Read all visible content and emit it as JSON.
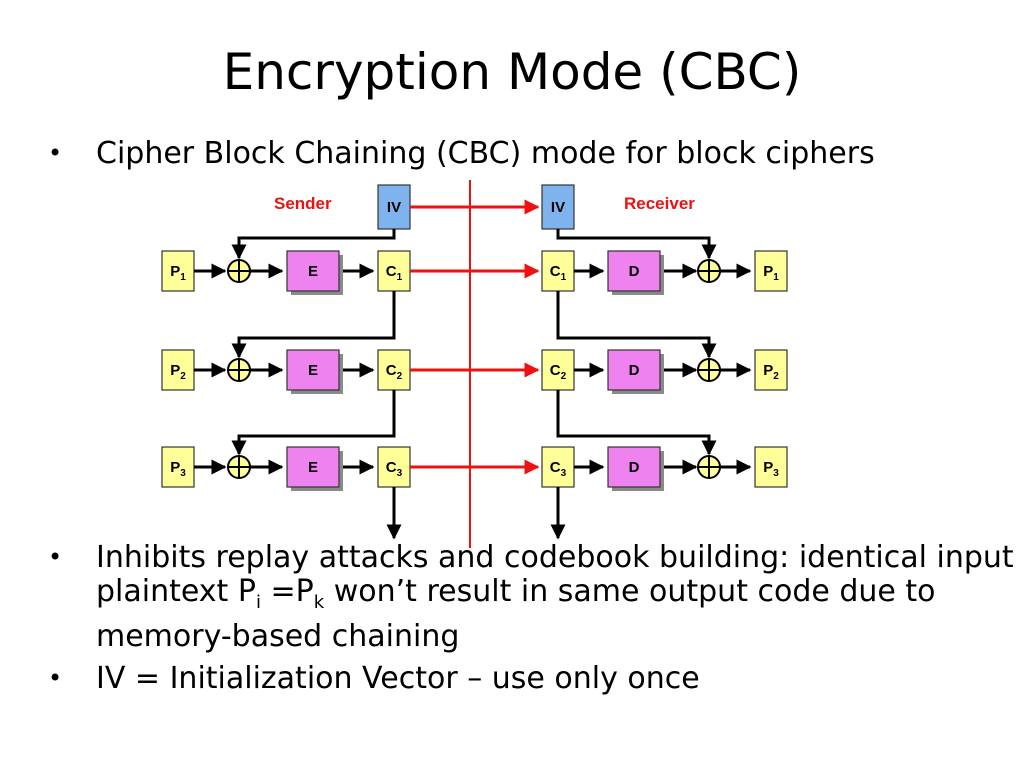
{
  "title": "Encryption Mode (CBC)",
  "bullet_glyph": "•",
  "bullets": [
    "Cipher Block Chaining (CBC) mode for block ciphers",
    "Inhibits replay attacks and codebook building: identical input plaintext",
    "IV = Initialization Vector – use only once"
  ],
  "bullet2": {
    "p_i": "P",
    "p_i_sub": "i",
    "eq": " =",
    "p_k": "P",
    "p_k_sub": "k",
    "rest": " won’t result in same output code due to memory-based chaining"
  },
  "diagram": {
    "sender_label": "Sender",
    "receiver_label": "Receiver",
    "iv_label": "IV",
    "encrypt_label": "E",
    "decrypt_label": "D",
    "p_prefix": "P",
    "c_prefix": "C",
    "rows": [
      "1",
      "2",
      "3"
    ],
    "colors": {
      "yellow": "#ffff99",
      "pink": "#ee82ee",
      "blue": "#7fb3ee",
      "red": "#ee1111",
      "line": "#000000"
    }
  }
}
